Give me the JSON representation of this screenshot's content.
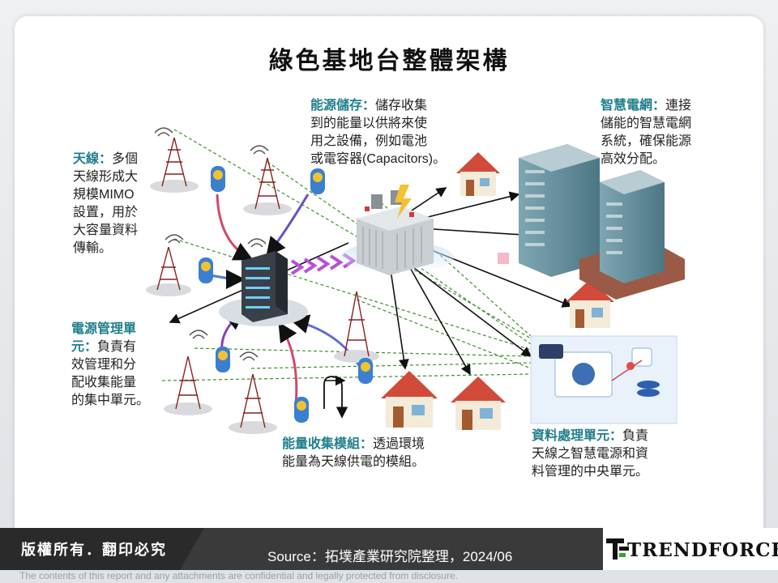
{
  "title": "綠色基地台整體架構",
  "annotations": {
    "antenna": {
      "heading": "天線：",
      "lines": [
        "多個",
        "天線形成大",
        "規模MIMO",
        "設置，用於",
        "大容量資料",
        "傳輸。"
      ]
    },
    "energy_storage": {
      "heading": "能源儲存：",
      "lines": [
        "儲存收集",
        "到的能量以供將來使",
        "用之設備，例如電池",
        "或電容器(Capacitors)。"
      ]
    },
    "smart_grid": {
      "heading": "智慧電網：",
      "lines": [
        "連接",
        "儲能的智慧電網",
        "系統，確保能源",
        "高效分配。"
      ]
    },
    "power_mgmt": {
      "heading": "電源管理單",
      "lines": [
        "元：負責有",
        "效管理和分",
        "配收集能量",
        "的集中單元。"
      ]
    },
    "energy_harvest": {
      "heading": "能量收集模組：",
      "lines": [
        "透過環境",
        "能量為天線供電的模組。"
      ]
    },
    "data_processing": {
      "heading": "資料處理單元：",
      "lines": [
        "負責",
        "天線之智慧電源和資",
        "料管理的中央單元。"
      ]
    }
  },
  "footer": {
    "copyright": "版權所有．翻印必究",
    "source": "Source：拓墣產業研究院整理，2024/06",
    "logo": "TRENDFORCE",
    "disclaimer": "The contents of this report and any attachments are confidential and legally protected from disclosure."
  },
  "colors": {
    "accent": "#1f7f8c",
    "bar": "#3a3a3a",
    "dashed": "#3f8f2f"
  },
  "icons": [
    "cell-tower-icon",
    "wireless-signal-icon",
    "battery-icon",
    "server-rack-icon",
    "substation-icon",
    "house-icon",
    "skyscraper-icon",
    "data-dashboard-icon"
  ]
}
